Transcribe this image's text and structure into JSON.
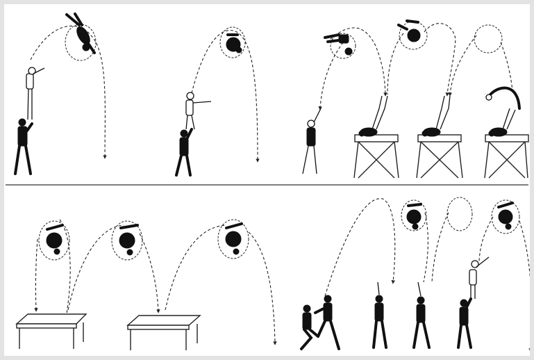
{
  "illustration": {
    "background": "#ffffff",
    "border_color": "#e3e3e3",
    "ink_color": "#111111",
    "panels": [
      {
        "id": "top",
        "scenes": [
          "stand-to-dive",
          "stand-to-salto",
          "salto-to-stand",
          "salto-to-handstand-on-trestle",
          "trestle-pair",
          "trestle-bridge"
        ]
      },
      {
        "id": "bottom",
        "scenes": [
          "table-salto-1",
          "table-salto-2",
          "table-salto-3",
          "partner-lift",
          "salto-sequence"
        ]
      }
    ]
  }
}
